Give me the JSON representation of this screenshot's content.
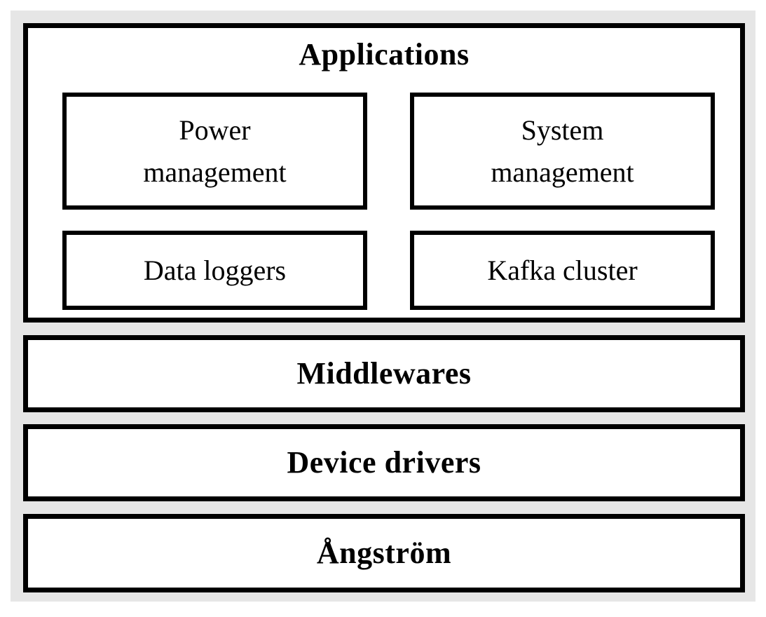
{
  "figure": {
    "type": "layered-architecture-stack",
    "background_color": "#e6e6e6",
    "border_color": "#000000",
    "box_fill_color": "#ffffff",
    "layers": [
      {
        "name": "applications",
        "title": "Applications",
        "components": [
          {
            "id": "power-management",
            "label_line1": "Power",
            "label_line2": "management"
          },
          {
            "id": "system-management",
            "label_line1": "System",
            "label_line2": "management"
          },
          {
            "id": "data-loggers",
            "label_line1": "Data loggers",
            "label_line2": ""
          },
          {
            "id": "kafka-cluster",
            "label_line1": "Kafka cluster",
            "label_line2": ""
          }
        ]
      },
      {
        "name": "middlewares",
        "title": "Middlewares",
        "components": []
      },
      {
        "name": "device-drivers",
        "title": "Device drivers",
        "components": []
      },
      {
        "name": "angstrom",
        "title": "Ångström",
        "components": []
      }
    ]
  }
}
